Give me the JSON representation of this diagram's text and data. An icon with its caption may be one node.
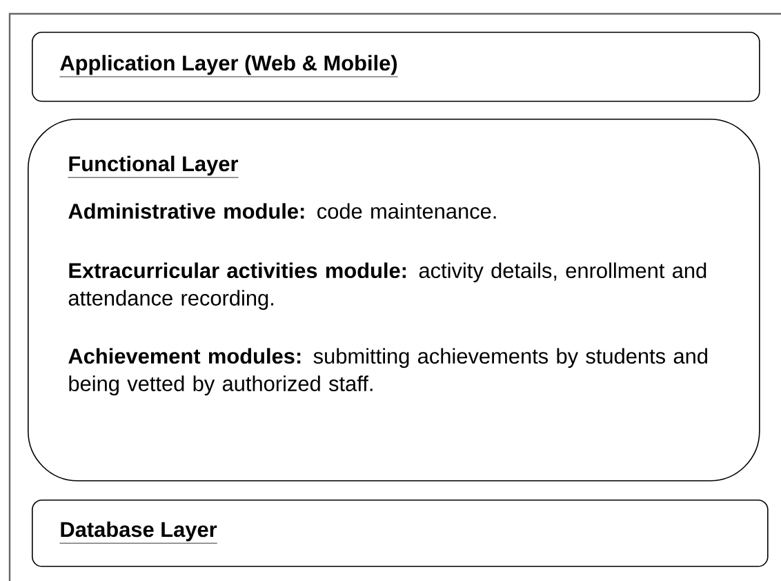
{
  "diagram": {
    "nodes": [
      {
        "text": [
          "Application Layer (Web & Mobile)"
        ]
      },
      {
        "text": [
          "Functional Layer",
          "**Administrative module:** code maintenance.",
          "**Extracurricular activities module:** activity details, enrollment and attendance recording.",
          "**Achievement modules:** submitting achievements by students and being vetted by authorized staff."
        ]
      },
      {
        "text": [
          "Database Layer"
        ]
      }
    ]
  }
}
